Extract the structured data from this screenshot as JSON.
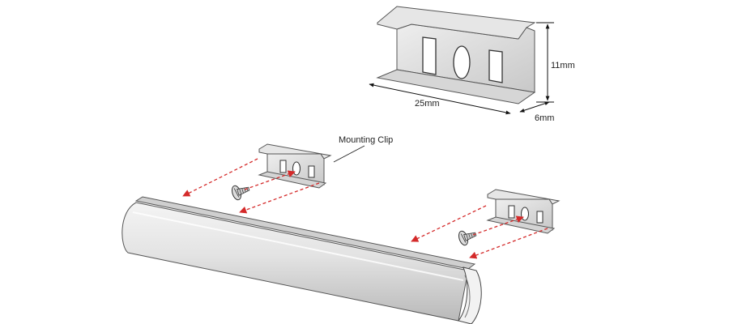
{
  "labels": {
    "length": "25mm",
    "height": "11mm",
    "depth": "6mm",
    "mounting_clip": "Mounting Clip"
  },
  "colors": {
    "guide_arrow": "#d42a2a",
    "outline": "#555555",
    "clip_fill": "#dcdcdc",
    "profile_fill": "#e2e2e2"
  },
  "icons": {
    "screw": "screw-icon",
    "arrow": "arrow-head-icon"
  }
}
